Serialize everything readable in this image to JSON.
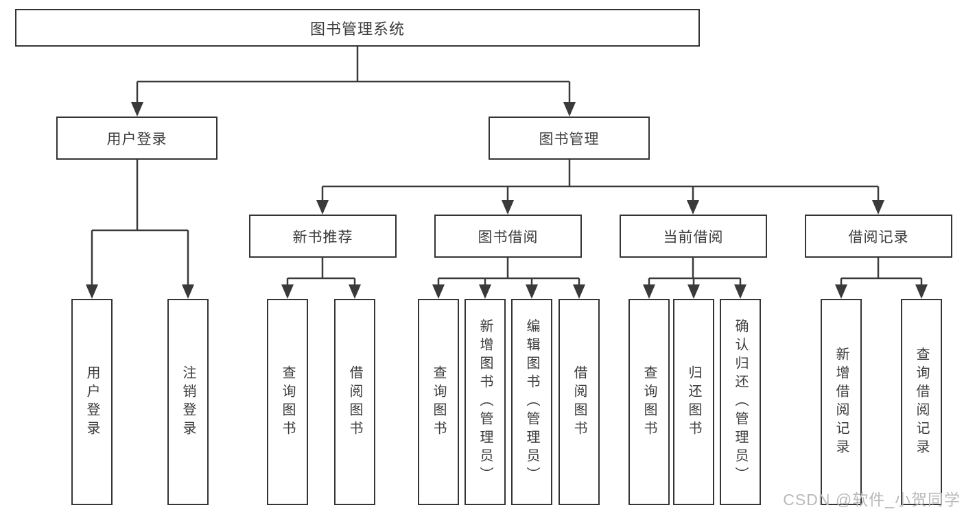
{
  "tree": {
    "root": "图书管理系统",
    "branches": [
      {
        "label": "用户登录",
        "children": [
          "用户登录",
          "注销登录"
        ]
      },
      {
        "label": "图书管理",
        "groups": [
          {
            "label": "新书推荐",
            "children": [
              "查询图书",
              "借阅图书"
            ]
          },
          {
            "label": "图书借阅",
            "children": [
              "查询图书",
              "新增图书（管理员）",
              "编辑图书（管理员）",
              "借阅图书"
            ]
          },
          {
            "label": "当前借阅",
            "children": [
              "查询图书",
              "归还图书",
              "确认归还（管理员）"
            ]
          },
          {
            "label": "借阅记录",
            "children": [
              "新增借阅记录",
              "查询借阅记录"
            ]
          }
        ]
      }
    ]
  },
  "watermark": {
    "text": "CSDN @软件_小贺同学"
  },
  "colors": {
    "line": "#3a3a3a",
    "box_border": "#343434",
    "text": "#3c3c3c",
    "watermark": "#b9b9b9",
    "background": "#ffffff"
  }
}
